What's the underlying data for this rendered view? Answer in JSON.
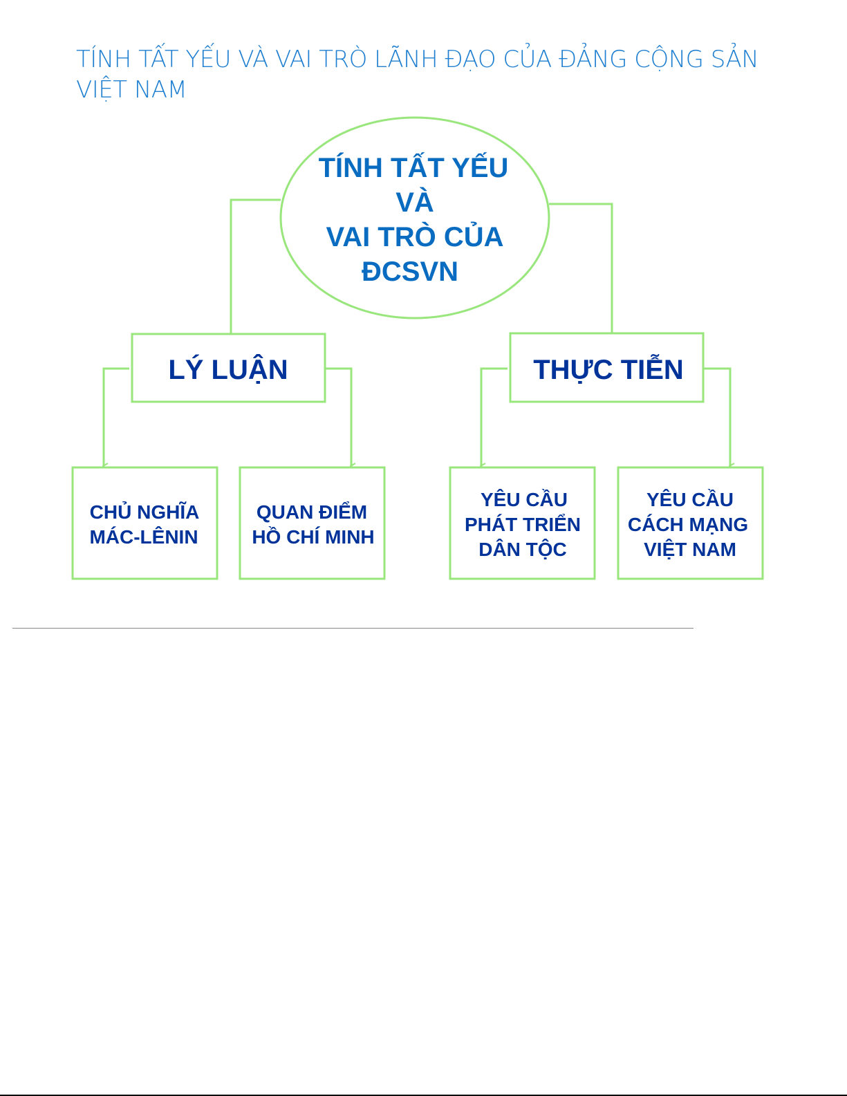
{
  "title": "TÍNH TẤT YẾU VÀ VAI TRÒ LÃNH ĐẠO CỦA ĐẢNG CỘNG SẢN VIỆT NAM",
  "colors": {
    "title": "#1f7fd0",
    "line": "#98e67c",
    "text": "#003399",
    "ellipse_text": "#0a6cc0"
  },
  "root": {
    "lines": [
      "TÍNH TẤT YẾU",
      "VÀ",
      "VAI TRÒ CỦA",
      "ĐCSVN"
    ]
  },
  "branches": [
    {
      "label": "LÝ LUẬN",
      "children": [
        {
          "lines": [
            "CHỦ NGHĨA",
            "MÁC-LÊNIN"
          ]
        },
        {
          "lines": [
            "QUAN ĐIỂM",
            "HỒ CHÍ MINH"
          ]
        }
      ]
    },
    {
      "label": "THỰC TIỄN",
      "children": [
        {
          "lines": [
            "YÊU CẦU",
            "PHÁT TRIỂN",
            "DÂN TỘC"
          ]
        },
        {
          "lines": [
            "YÊU CẦU",
            "CÁCH MẠNG",
            "VIỆT NAM"
          ]
        }
      ]
    }
  ]
}
